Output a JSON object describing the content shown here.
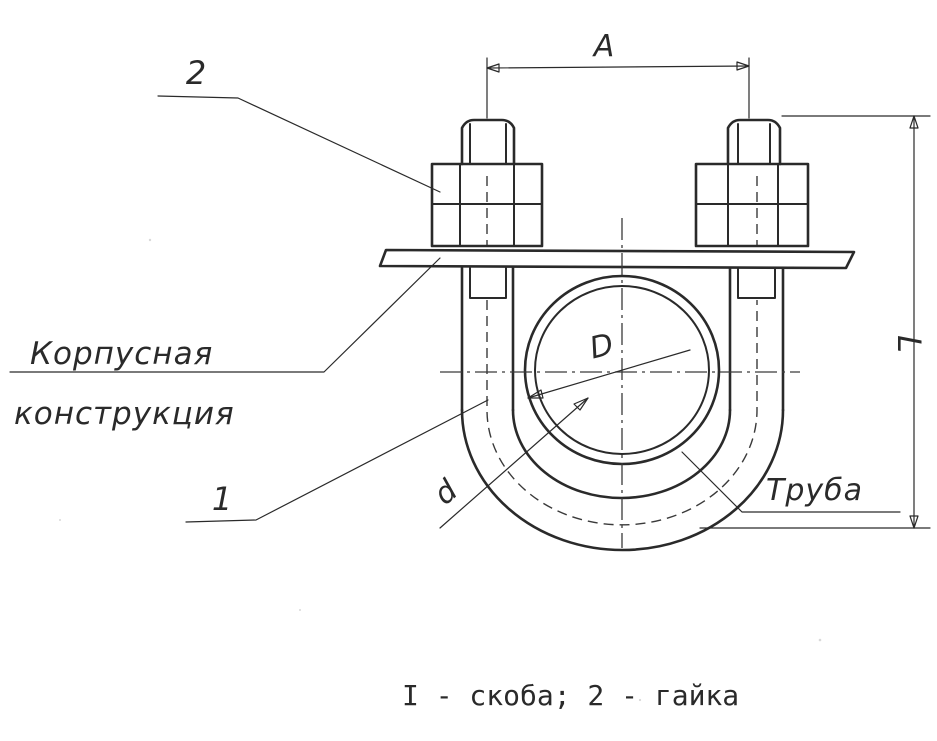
{
  "labels": {
    "dim_a": "A",
    "dim_l": "L",
    "dim_d_pipe": "D",
    "dim_d_rod": "d",
    "callout_2": "2",
    "callout_1": "1",
    "hull_line1": "Корпусная",
    "hull_line2": "конструкция",
    "pipe": "Труба"
  },
  "caption": "I - скоба; 2 - гайка"
}
